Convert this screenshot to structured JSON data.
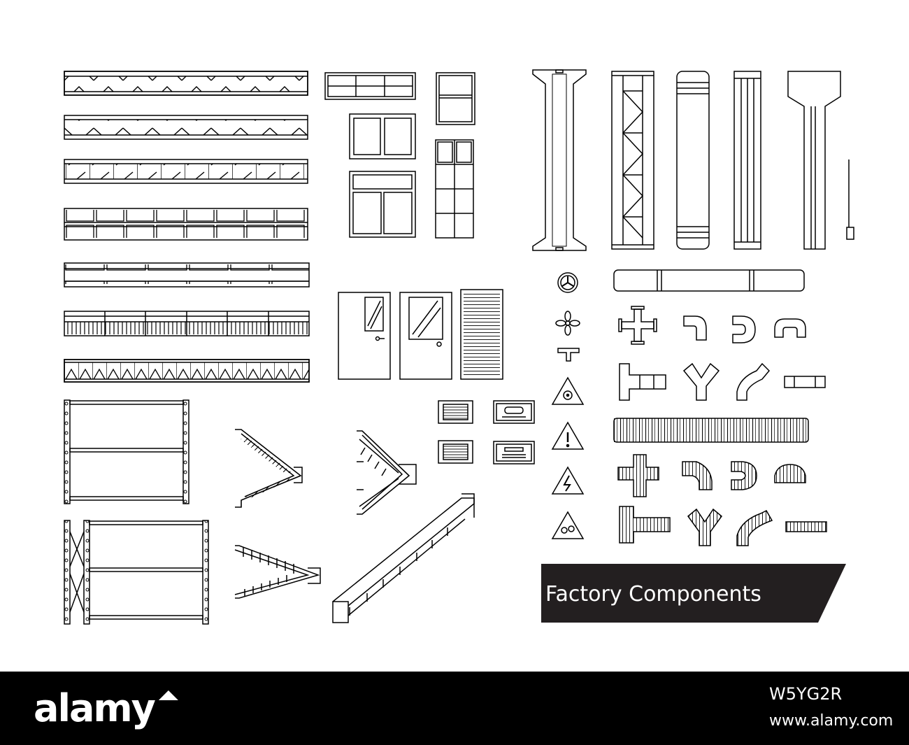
{
  "title": "Factory Components",
  "footer": {
    "logo": "alamy",
    "image_id": "W5YG2R",
    "url": "www.alamy.com"
  }
}
